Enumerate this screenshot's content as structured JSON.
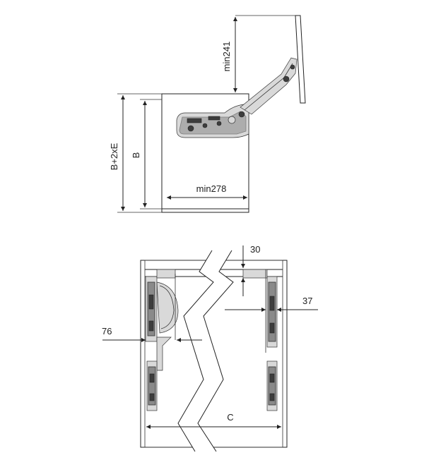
{
  "side_view": {
    "dim_vertical_opening": "min241",
    "dim_total_height": "B+2xE",
    "dim_height": "B",
    "dim_depth": "min278"
  },
  "front_view": {
    "dim_top": "30",
    "dim_right": "37",
    "dim_left": "76",
    "dim_width": "C"
  }
}
